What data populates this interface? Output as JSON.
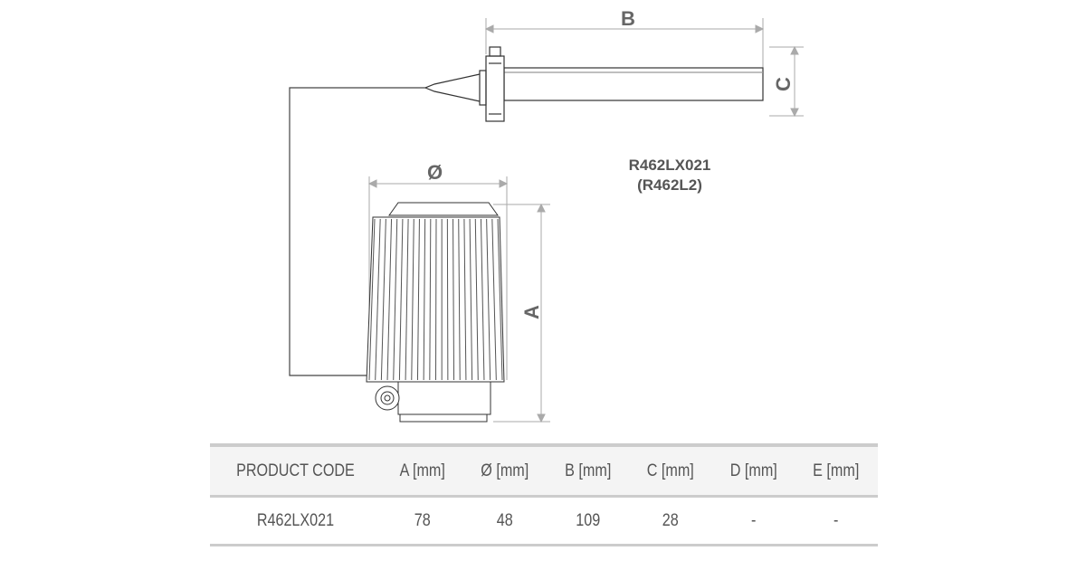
{
  "drawing": {
    "dim_labels": {
      "b": "B",
      "c": "C",
      "diameter": "Ø",
      "a": "A"
    },
    "model_code": "R462LX021",
    "model_alias": "(R462L2)"
  },
  "table": {
    "headers": [
      "PRODUCT CODE",
      "A [mm]",
      "Ø [mm]",
      "B [mm]",
      "C [mm]",
      "D [mm]",
      "E [mm]"
    ],
    "rows": [
      [
        "R462LX021",
        "78",
        "48",
        "109",
        "28",
        "-",
        "-"
      ]
    ]
  }
}
